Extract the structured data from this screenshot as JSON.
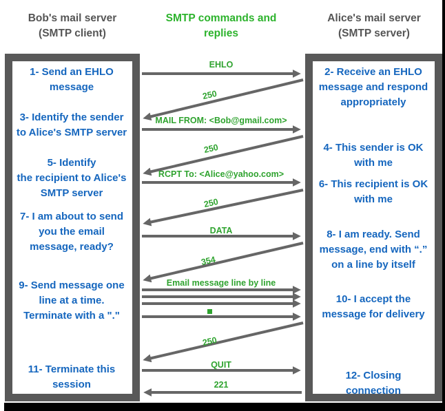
{
  "title": {
    "left": "Bob's mail server\n(SMTP client)",
    "center": "SMTP commands and\nreplies",
    "right": "Alice's mail server\n(SMTP server)"
  },
  "client": {
    "role": "SMTP client",
    "steps": [
      "1- Send an EHLO\nmessage",
      "3- Identify the sender\nto Alice's SMTP server",
      "5- Identify\nthe recipient to Alice's\nSMTP server",
      "7- I am about to send\nyou the email\nmessage, ready?",
      "9- Send message one\nline at a time.\nTerminate with a \".\"",
      "11- Terminate this\nsession"
    ]
  },
  "server": {
    "role": "SMTP server",
    "steps": [
      "2- Receive an EHLO\nmessage and respond\nappropriately",
      "4- This sender is OK\nwith me",
      "6- This recipient is OK\nwith me",
      "8-  I am ready. Send\nmessage, end with “.”\non a line by itself",
      "10-  I accept the\nmessage for delivery",
      "12-  Closing\nconnection"
    ]
  },
  "messages": [
    {
      "label": "EHLO",
      "from": "client",
      "to": "server"
    },
    {
      "label": "250",
      "from": "server",
      "to": "client"
    },
    {
      "label": "MAIL FROM: <Bob@gmail.com>",
      "from": "client",
      "to": "server"
    },
    {
      "label": "250",
      "from": "server",
      "to": "client"
    },
    {
      "label": "RCPT To: <Alice@yahoo.com>",
      "from": "client",
      "to": "server"
    },
    {
      "label": "250",
      "from": "server",
      "to": "client"
    },
    {
      "label": "DATA",
      "from": "client",
      "to": "server"
    },
    {
      "label": "354",
      "from": "server",
      "to": "client"
    },
    {
      "label": "Email message line by line",
      "from": "client",
      "to": "server"
    },
    {
      "label": ".",
      "from": "client",
      "to": "server",
      "rendered_as": "green-square"
    },
    {
      "label": "250",
      "from": "server",
      "to": "client"
    },
    {
      "label": "QUIT",
      "from": "client",
      "to": "server"
    },
    {
      "label": "221",
      "from": "server",
      "to": "client"
    }
  ],
  "colors": {
    "step_text": "#1566be",
    "command_text": "#2fa32f",
    "title_green": "#2db32d",
    "title_gray": "#555555",
    "box_border": "#595959",
    "arrow": "#666666",
    "edge": "#000000"
  }
}
